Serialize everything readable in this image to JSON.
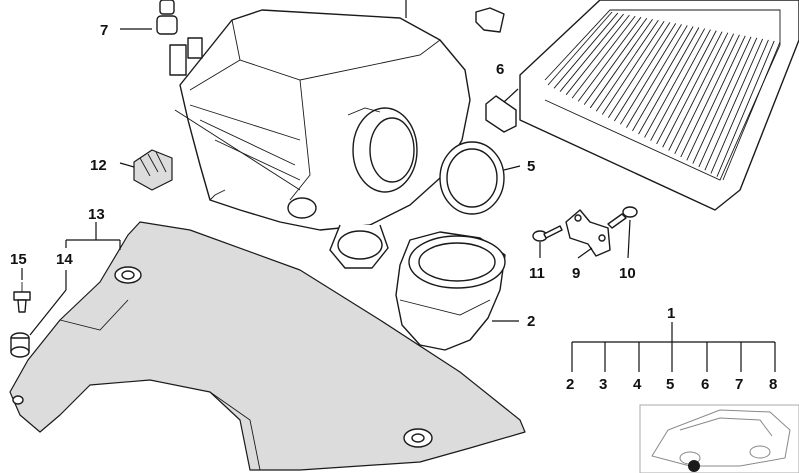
{
  "callouts": {
    "c1": "1",
    "c2": "2",
    "c3": "3",
    "c4": "4",
    "c5": "5",
    "c6": "6",
    "c7": "7",
    "c8": "8",
    "c9": "9",
    "c10": "10",
    "c11": "11",
    "c12": "12",
    "c13": "13",
    "c14": "14",
    "c15": "15"
  },
  "legend_row": [
    "2",
    "3",
    "4",
    "5",
    "6",
    "7",
    "8"
  ]
}
